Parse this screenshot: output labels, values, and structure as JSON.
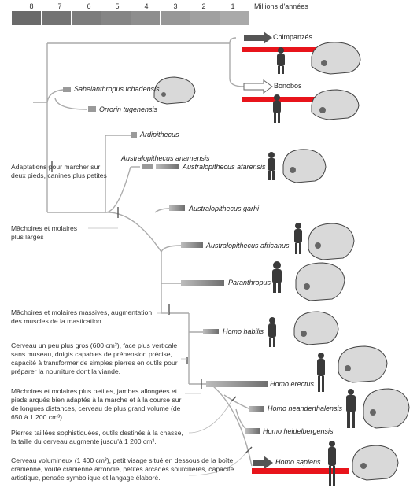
{
  "scale": {
    "numbers": [
      "8",
      "7",
      "6",
      "5",
      "4",
      "3",
      "2",
      "1"
    ],
    "unit": "Millions d'années"
  },
  "species": {
    "chimp": "Chimpanzés",
    "bonobo": "Bonobos",
    "sahel": "Sahelanthropus tchadensis",
    "orrorin": "Orrorin tugenensis",
    "ardi": "Ardipithecus",
    "anamensis": "Australopithecus anamensis",
    "afarensis": "Australopithecus afarensis",
    "garhi": "Australopithecus garhi",
    "africanus": "Australopithecus africanus",
    "paranthropus": "Paranthropus",
    "habilis": "Homo habilis",
    "erectus": "Homo erectus",
    "neander": "Homo neanderthalensis",
    "heidel": "Homo heidelbergensis",
    "sapiens": "Homo sapiens"
  },
  "notes": {
    "bipedal": "Adaptations pour marcher sur deux pieds, canines plus petites",
    "jaws_large": "Mâchoires et molaires plus larges",
    "jaws_massive": "Mâchoires et molaires massives, augmentation des muscles de la mastication",
    "brain600": "Cerveau un peu plus gros (600 cm³), face plus verticale sans museau, doigts capables de préhension précise, capacité à transformer de simples pierres en outils pour préparer la nourriture dont la viande.",
    "erectus_note": "Mâchoires et molaires plus petites, jambes allongées et pieds arqués bien adaptés à la marche et à la course sur de longues distances, cerveau de plus grand volume (de 650 à 1 200 cm³).",
    "tools": "Pierres taillées sophistiquées, outils destinés à la chasse, la taille du cerveau augmente jusqu'à 1 200 cm³.",
    "sapiens_note": "Cerveau volumineux (1 400 cm³), petit visage situé en dessous de la boîte crânienne, voûte crânienne arrondie, petites arcades sourcilières, capacité artistique, pensée symbolique et langage élaboré."
  },
  "colors": {
    "highlight": "#e8141b",
    "branch": "#aaaaaa",
    "bar": "#777777"
  }
}
